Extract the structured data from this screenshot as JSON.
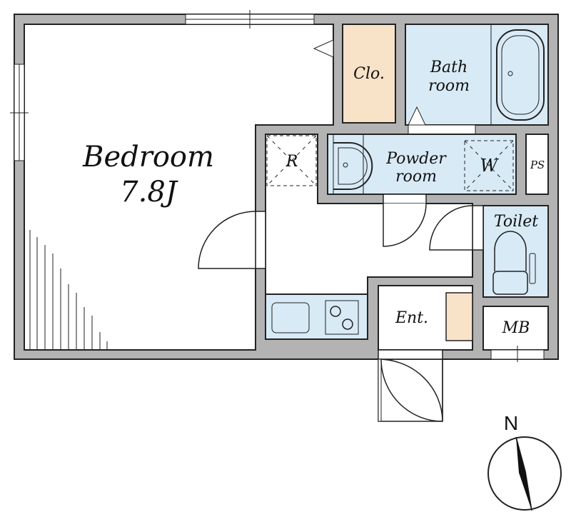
{
  "rooms": {
    "bedroom": {
      "name": "Bedroom",
      "size": "7.8J"
    },
    "closet": "Clo.",
    "bath": {
      "line1": "Bath",
      "line2": "room"
    },
    "powder": {
      "line1": "Powder",
      "line2": "room"
    },
    "refrigerator": "R",
    "washer": "W",
    "pipe_space": "PS",
    "toilet": "Toilet",
    "entrance": "Ent.",
    "meter_box": "MB"
  },
  "compass": {
    "label": "N"
  },
  "colors": {
    "wall": "#b3b3b3",
    "wet": "#d8eaf6",
    "storage": "#f8e2c8"
  }
}
